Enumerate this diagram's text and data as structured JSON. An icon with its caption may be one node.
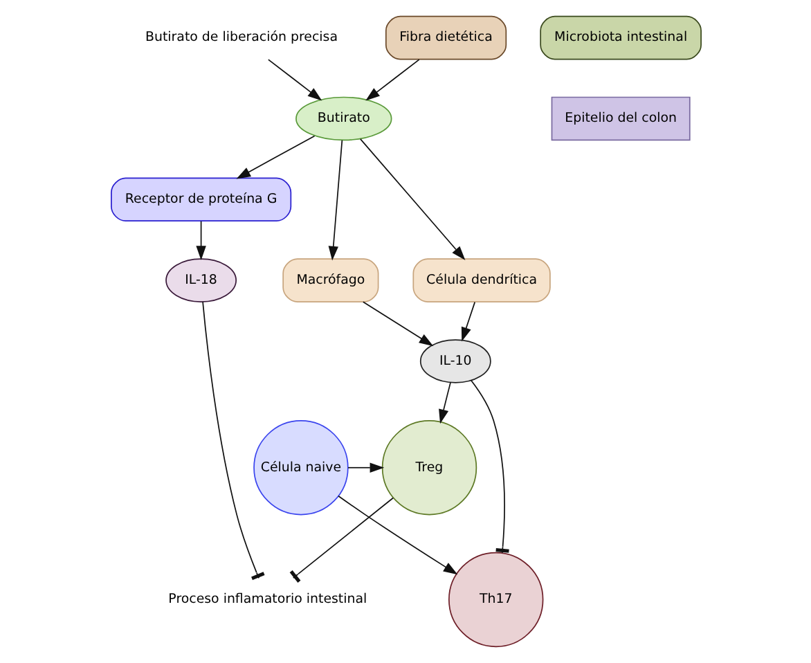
{
  "diagram": {
    "nodes": [
      {
        "text": [
          "Butirato de liberación precisa"
        ]
      },
      {
        "text": [
          "Fibra dietética"
        ]
      },
      {
        "text": [
          "Microbiota intestinal"
        ]
      },
      {
        "text": [
          "Butirato"
        ]
      },
      {
        "text": [
          "Receptor de proteína G"
        ]
      },
      {
        "text": [
          "Epitelio del colon"
        ]
      },
      {
        "text": [
          "Célula dendrítica"
        ]
      },
      {
        "text": [
          "Macrófago"
        ]
      },
      {
        "text": [
          "IL-18"
        ]
      },
      {
        "text": [
          "Proceso inflamatorio intestinal"
        ]
      },
      {
        "text": [
          "IL-10"
        ]
      },
      {
        "text": [
          "Célula naive"
        ]
      },
      {
        "text": [
          "Treg"
        ]
      },
      {
        "text": [
          "Th17"
        ]
      }
    ],
    "edges": [
      {
        "from": 0,
        "to": 3,
        "arrow": "to"
      },
      {
        "from": 1,
        "to": 3,
        "arrow": "to"
      },
      {
        "from": 3,
        "to": 4,
        "arrow": "to"
      },
      {
        "from": 3,
        "to": 6,
        "arrow": "to"
      },
      {
        "from": 3,
        "to": 7,
        "arrow": "to"
      },
      {
        "from": 4,
        "to": 8,
        "arrow": "to"
      },
      {
        "from": 8,
        "to": 9,
        "arrow": "other"
      },
      {
        "from": 6,
        "to": 10,
        "arrow": "to"
      },
      {
        "from": 7,
        "to": 10,
        "arrow": "to"
      },
      {
        "from": 10,
        "to": 12,
        "arrow": "to"
      },
      {
        "from": 10,
        "to": 13,
        "arrow": "other"
      },
      {
        "from": 11,
        "to": 12,
        "arrow": "to"
      },
      {
        "from": 11,
        "to": 13,
        "arrow": "to"
      },
      {
        "from": 12,
        "to": 9,
        "arrow": "other"
      }
    ]
  }
}
